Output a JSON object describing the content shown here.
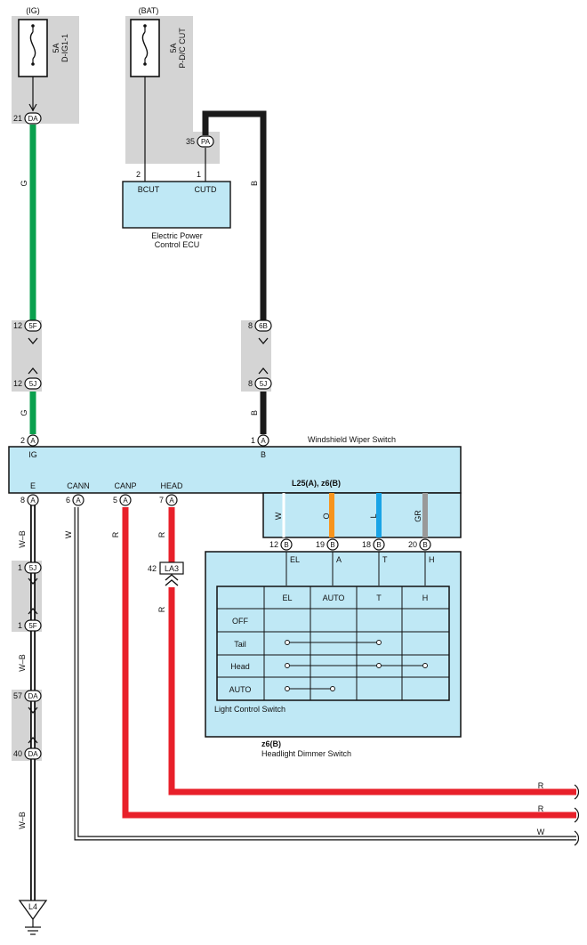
{
  "colors": {
    "shade": "#d4d4d4",
    "panel": "#bfe8f5",
    "outline": "#111111",
    "wire_green": "#0aa04e",
    "wire_black": "#1a1a1a",
    "wire_red": "#e8202a",
    "stripe_orange": "#f7941d",
    "stripe_blue": "#19a3e6",
    "stripe_gray": "#999999"
  },
  "fuse_ig": {
    "source": "(IG)",
    "rating": "5A",
    "name": "D-IG1-1"
  },
  "fuse_bat": {
    "source": "(BAT)",
    "rating": "5A",
    "name": "P-D/C CUT"
  },
  "ecu": {
    "name_line1": "Electric Power",
    "name_line2": "Control ECU",
    "pin_bcut": "BCUT",
    "pin_cutd": "CUTD",
    "pin_num_bcut": "2",
    "pin_num_cutd": "1"
  },
  "connectors": {
    "da_top": {
      "num": "21",
      "code": "DA"
    },
    "pa": {
      "num": "35",
      "code": "PA"
    },
    "c5f_top": {
      "num": "12",
      "code": "5F"
    },
    "c5j_top": {
      "num": "12",
      "code": "5J"
    },
    "c6b": {
      "num": "8",
      "code": "6B"
    },
    "c5j_right": {
      "num": "8",
      "code": "5J"
    },
    "sw_a2": {
      "num": "2",
      "code": "A"
    },
    "sw_a1": {
      "num": "1",
      "code": "A"
    },
    "sw_a8": {
      "num": "8",
      "code": "A"
    },
    "sw_a6": {
      "num": "6",
      "code": "A"
    },
    "sw_a5": {
      "num": "5",
      "code": "A"
    },
    "sw_a7": {
      "num": "7",
      "code": "A"
    },
    "b12": {
      "num": "12",
      "code": "B"
    },
    "b19": {
      "num": "19",
      "code": "B"
    },
    "b18": {
      "num": "18",
      "code": "B"
    },
    "b20": {
      "num": "20",
      "code": "B"
    },
    "c5j_low": {
      "num": "1",
      "code": "5J"
    },
    "c5f_low": {
      "num": "1",
      "code": "5F"
    },
    "da57": {
      "num": "57",
      "code": "DA"
    },
    "da40": {
      "num": "40",
      "code": "DA"
    },
    "la3": {
      "num": "42",
      "code": "LA3"
    }
  },
  "wires": {
    "g1": "G",
    "g2": "G",
    "b1": "B",
    "b2": "B",
    "wb1": "W–B",
    "wb2": "W–B",
    "wb3": "W–B",
    "w": "W",
    "r_canp": "R",
    "r_head1": "R",
    "r_head2": "R",
    "r_out1": "R",
    "r_out2": "R",
    "w_out": "W"
  },
  "switch": {
    "title": "L25(A), z6(B)",
    "subtitle": "Windshield Wiper Switch",
    "pin_ig": "IG",
    "pin_b": "B",
    "pin_e": "E",
    "pin_cann": "CANN",
    "pin_canp": "CANP",
    "pin_head": "HEAD",
    "stripe_w": "W",
    "stripe_o": "O",
    "stripe_l": "L",
    "stripe_gr": "GR"
  },
  "light_switch": {
    "title": "Light Control Switch",
    "footer_title": "z6(B)",
    "footer_subtitle": "Headlight Dimmer Switch",
    "terminals": [
      "EL",
      "A",
      "T",
      "H"
    ],
    "table_headers": [
      "EL",
      "AUTO",
      "T",
      "H"
    ],
    "rows": [
      "OFF",
      "Tail",
      "Head",
      "AUTO"
    ]
  },
  "ground": {
    "code": "L4"
  }
}
